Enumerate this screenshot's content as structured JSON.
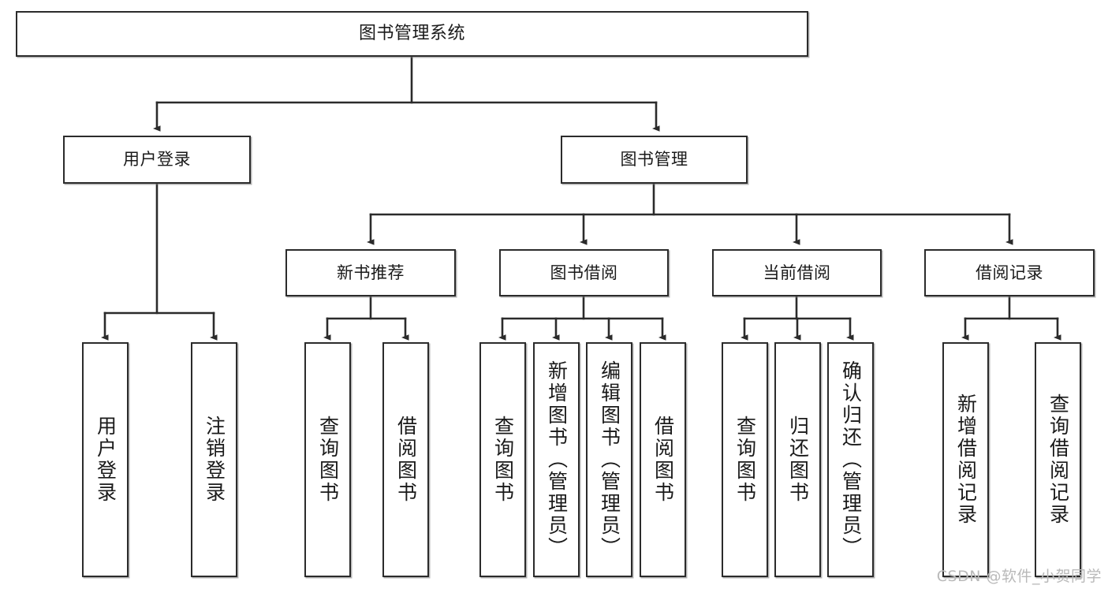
{
  "diagram": {
    "type": "tree",
    "title": "图书管理系统",
    "watermark": "CSDN @软件_小贺同学",
    "colors": {
      "box_border": "#2b2b2b",
      "box_fill": "#ffffff",
      "connector": "#2b2b2b",
      "watermark": "#b9b9b9"
    },
    "root": {
      "label": "图书管理系统"
    },
    "level2": [
      {
        "label": "用户登录"
      },
      {
        "label": "图书管理"
      }
    ],
    "level3": [
      {
        "label": "新书推荐"
      },
      {
        "label": "图书借阅"
      },
      {
        "label": "当前借阅"
      },
      {
        "label": "借阅记录"
      }
    ],
    "leaves": {
      "user_login": [
        {
          "label": "用户登录"
        },
        {
          "label": "注销登录"
        }
      ],
      "new_book": [
        {
          "label": "查询图书"
        },
        {
          "label": "借阅图书"
        }
      ],
      "book_borrow": [
        {
          "label": "查询图书"
        },
        {
          "label": "新增图书（管理员）"
        },
        {
          "label": "编辑图书（管理员）"
        },
        {
          "label": "借阅图书"
        }
      ],
      "current_borrow": [
        {
          "label": "查询图书"
        },
        {
          "label": "归还图书"
        },
        {
          "label": "确认归还（管理员）"
        }
      ],
      "borrow_record": [
        {
          "label": "新增借阅记录"
        },
        {
          "label": "查询借阅记录"
        }
      ]
    }
  }
}
